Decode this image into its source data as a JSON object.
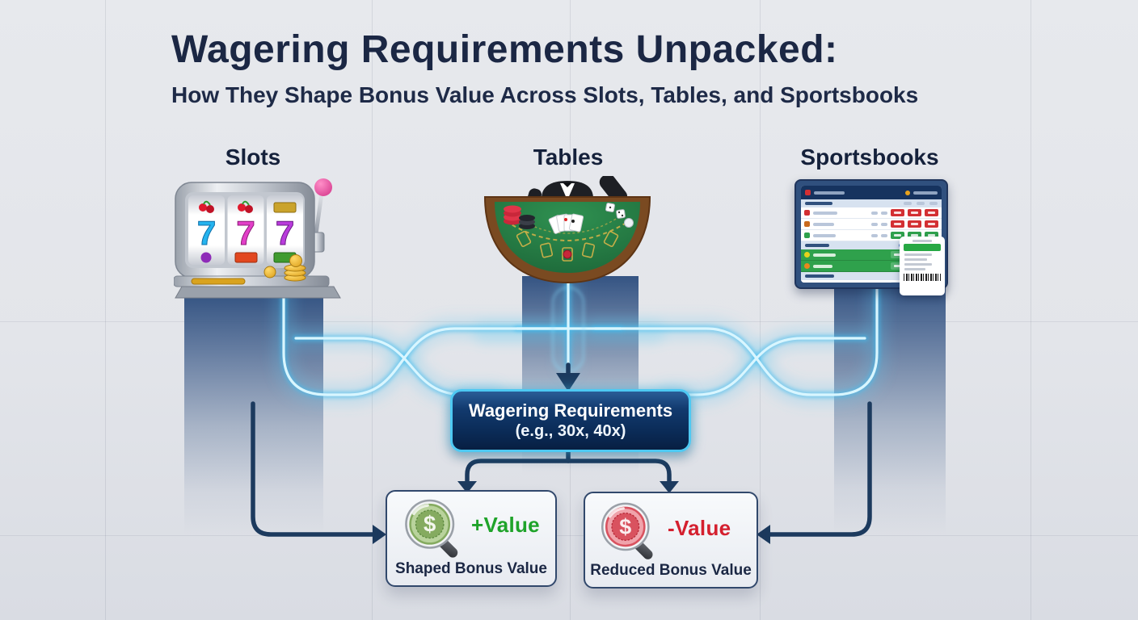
{
  "title": "Wagering Requirements Unpacked:",
  "subtitle": "How They Shape Bonus Value Across Slots, Tables, and Sportsbooks",
  "columns": [
    {
      "label": "Slots",
      "illustration": "slot-machine"
    },
    {
      "label": "Tables",
      "illustration": "blackjack-table"
    },
    {
      "label": "Sportsbooks",
      "illustration": "sportsbook-odds-screen"
    }
  ],
  "slot_machine": {
    "reel_symbols": [
      "7",
      "7",
      "7"
    ]
  },
  "center_box": {
    "line1": "Wagering Requirements",
    "line2": "(e.g., 30x, 40x)"
  },
  "outcomes": [
    {
      "value_label": "+Value",
      "caption": "Shaped Bonus Value",
      "icon": "magnifier-dollar-green",
      "coin_symbol": "$",
      "value_color": "#1fa32a"
    },
    {
      "value_label": "-Value",
      "caption": "Reduced Bonus Value",
      "icon": "magnifier-dollar-red",
      "coin_symbol": "$",
      "value_color": "#d41f2e"
    }
  ],
  "colors": {
    "background": "#e3e5ea",
    "title_text": "#1b2744",
    "flow_glow": "#49c7ef",
    "column_band": "#2b4c7d",
    "center_box_bg": "#0a2a55",
    "center_box_border": "#4ec9f2",
    "connector": "#1c3a5e",
    "positive": "#1fa32a",
    "negative": "#d41f2e"
  }
}
